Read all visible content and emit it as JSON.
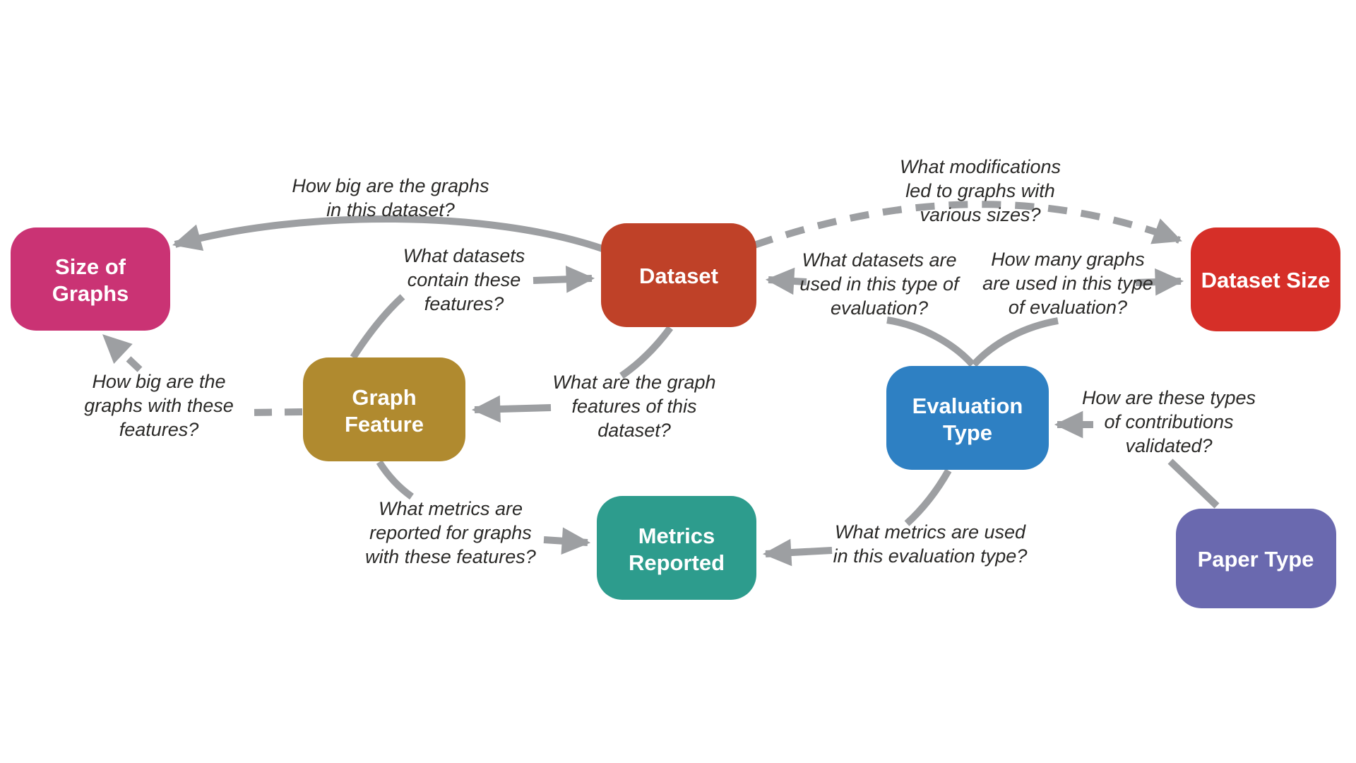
{
  "diagram": {
    "title": "Concept map of survey questions linking dataset, graph and evaluation concepts",
    "background_color": "#ffffff",
    "arrow_color": "#9d9fa2",
    "text_color": "#2b2a28",
    "nodes": [
      {
        "id": "size-of-graphs",
        "lines": [
          "Size of",
          "Graphs"
        ],
        "color": "#ca3374"
      },
      {
        "id": "dataset",
        "lines": [
          "Dataset"
        ],
        "color": "#bf4128"
      },
      {
        "id": "dataset-size",
        "lines": [
          "Dataset Size"
        ],
        "color": "#d62f28"
      },
      {
        "id": "graph-feature",
        "lines": [
          "Graph",
          "Feature"
        ],
        "color": "#b08a2f"
      },
      {
        "id": "evaluation-type",
        "lines": [
          "Evaluation",
          "Type"
        ],
        "color": "#2e80c3"
      },
      {
        "id": "metrics-reported",
        "lines": [
          "Metrics",
          "Reported"
        ],
        "color": "#2d9c8d"
      },
      {
        "id": "paper-type",
        "lines": [
          "Paper Type"
        ],
        "color": "#6a69af"
      }
    ],
    "edge_labels": [
      {
        "id": "dataset-to-size-of-graphs",
        "lines": [
          "How big are the graphs",
          "in this dataset?"
        ]
      },
      {
        "id": "graph-feature-to-dataset",
        "lines": [
          "What datasets",
          "contain these",
          "features?"
        ]
      },
      {
        "id": "dataset-to-dataset-size",
        "lines": [
          "What modifications",
          "led to graphs with",
          "various sizes?"
        ]
      },
      {
        "id": "evaluation-type-to-dataset",
        "lines": [
          "What datasets are",
          "used in this type of",
          "evaluation?"
        ]
      },
      {
        "id": "evaluation-type-to-dataset-size",
        "lines": [
          "How many graphs",
          "are used in this type",
          "of evaluation?"
        ]
      },
      {
        "id": "graph-feature-to-size-of-graphs",
        "lines": [
          "How big are the",
          "graphs with these",
          "features?"
        ]
      },
      {
        "id": "dataset-to-graph-feature",
        "lines": [
          "What are the graph",
          "features of this",
          "dataset?"
        ]
      },
      {
        "id": "paper-type-to-evaluation-type",
        "lines": [
          "How are these types",
          "of contributions",
          "validated?"
        ]
      },
      {
        "id": "graph-feature-to-metrics-reported",
        "lines": [
          "What metrics are",
          "reported for graphs",
          "with these features?"
        ]
      },
      {
        "id": "evaluation-type-to-metrics-reported",
        "lines": [
          "What metrics are used",
          "in this evaluation type?"
        ]
      }
    ]
  }
}
